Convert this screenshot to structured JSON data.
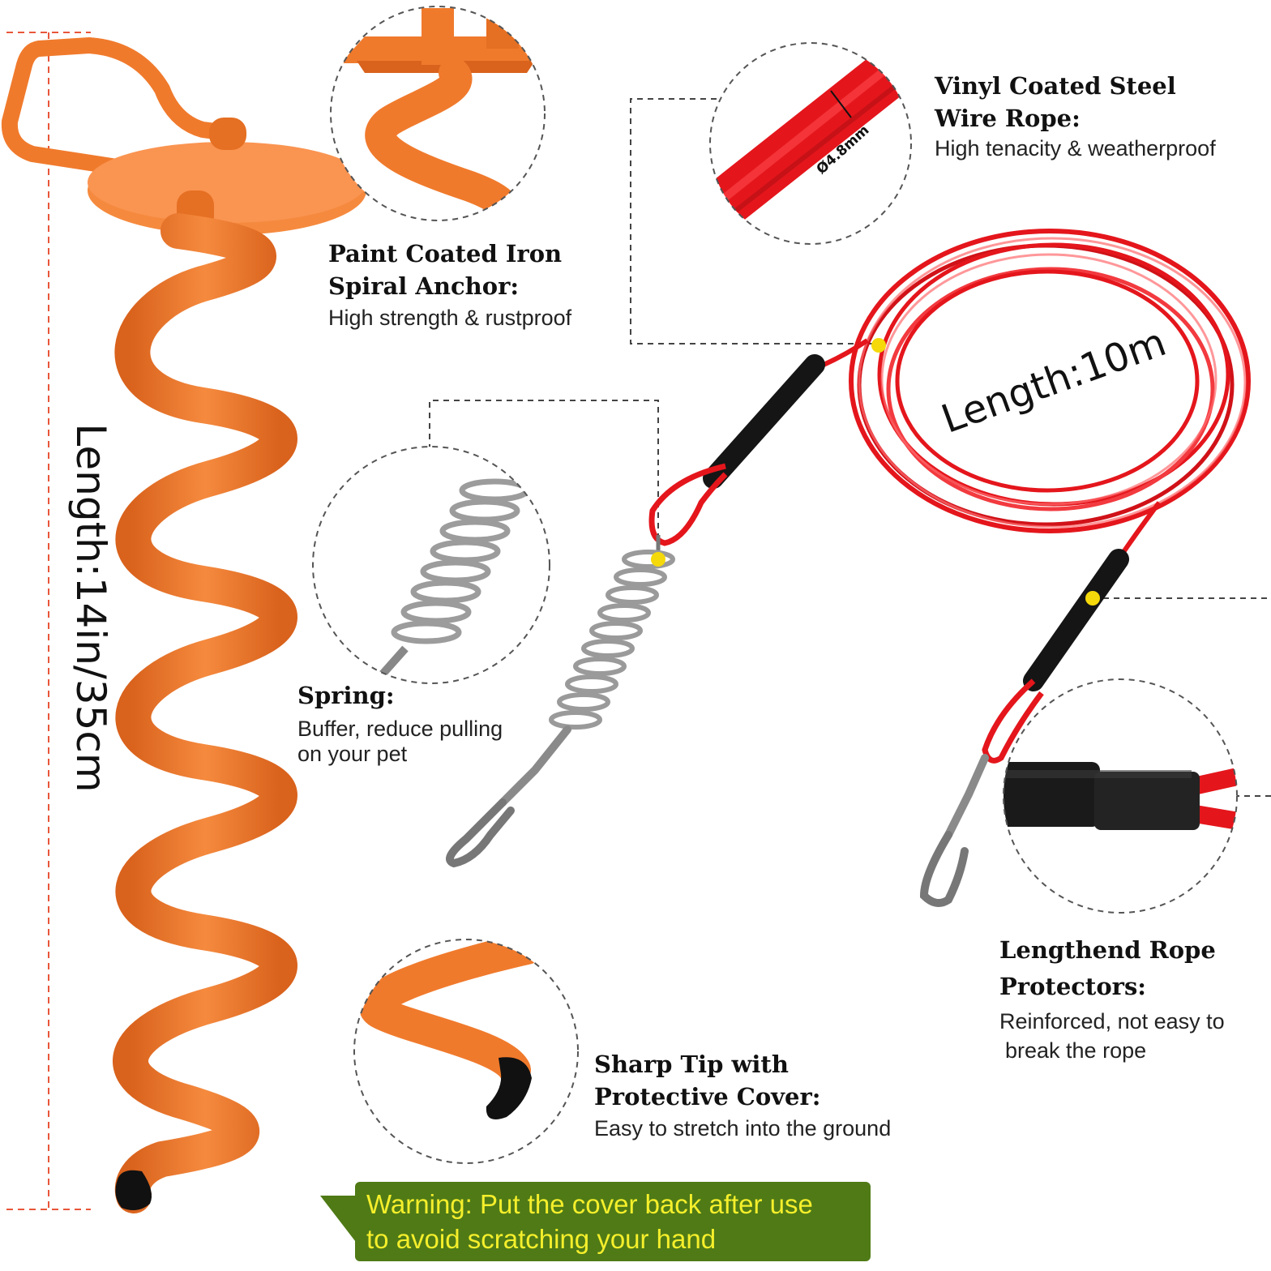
{
  "anchor": {
    "title_line1": "Paint Coated Iron",
    "title_line2": "Spiral Anchor:",
    "desc": "High strength & rustproof",
    "length_label": "Length:14in/35cm"
  },
  "rope": {
    "title_line1": "Vinyl Coated Steel",
    "title_line2": "Wire Rope:",
    "desc": "High tenacity & weatherproof",
    "diameter_label": "Ø4.8mm",
    "length_label": "Length:10m"
  },
  "spring": {
    "title": "Spring:",
    "desc_line1": "Buffer, reduce pulling",
    "desc_line2": "on your pet"
  },
  "protector": {
    "title_line1": "Lengthend Rope",
    "title_line2": "Protectors:",
    "desc_line1": "Reinforced, not easy to",
    "desc_line2": "break the rope"
  },
  "tip": {
    "title_line1": "Sharp Tip with",
    "title_line2": "Protective Cover:",
    "desc": "Easy to stretch into the ground"
  },
  "warning": {
    "line1": "Warning: Put the cover back after use",
    "line2": "to avoid scratching your hand"
  },
  "colors": {
    "anchor_orange": "#f07a2c",
    "rope_red": "#e4161c",
    "warning_bg": "#4f7a16",
    "warning_text": "#f5ef2b",
    "dimension_line": "#e8563a"
  }
}
